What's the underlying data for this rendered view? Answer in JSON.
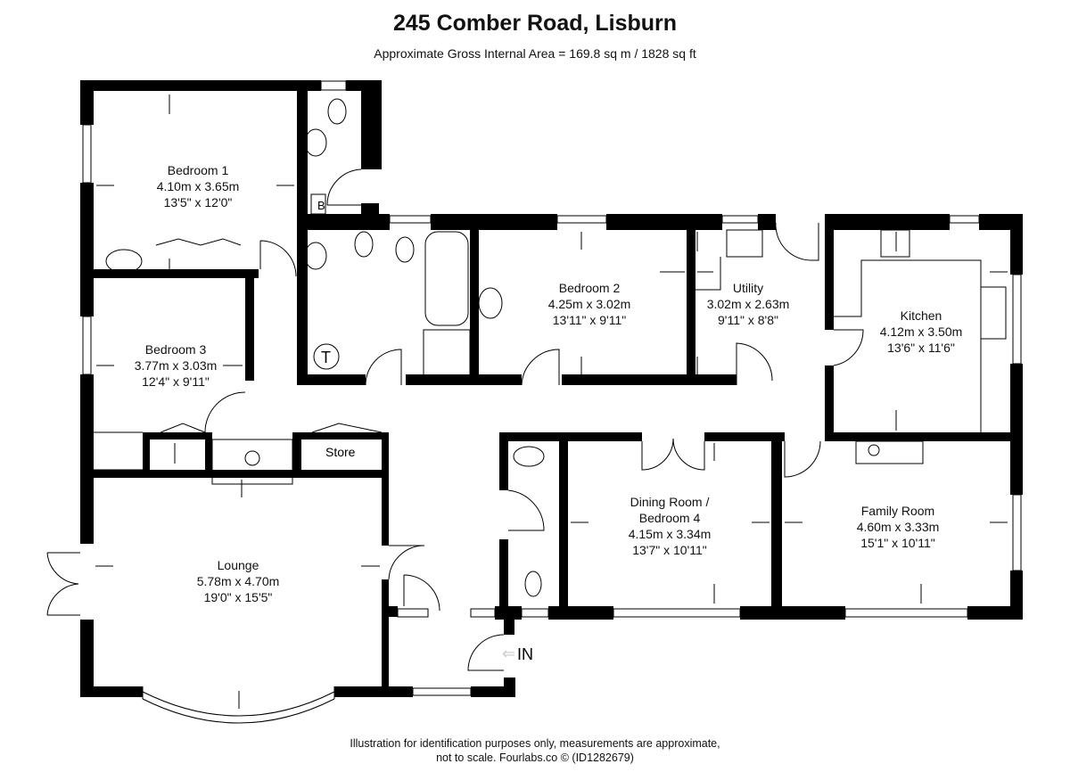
{
  "header": {
    "title": "245 Comber Road, Lisburn",
    "subtitle": "Approximate Gross Internal Area = 169.8 sq m / 1828 sq ft"
  },
  "rooms": [
    {
      "name": "Bedroom 1",
      "metric": "4.10m x 3.65m",
      "imperial": "13'5\" x 12'0\""
    },
    {
      "name": "Bedroom 3",
      "metric": "3.77m x 3.03m",
      "imperial": "12'4\" x 9'11\""
    },
    {
      "name": "Bedroom 2",
      "metric": "4.25m x 3.02m",
      "imperial": "13'11\" x 9'11\""
    },
    {
      "name": "Utility",
      "metric": "3.02m x 2.63m",
      "imperial": "9'11\" x 8'8\""
    },
    {
      "name": "Kitchen",
      "metric": "4.12m x 3.50m",
      "imperial": "13'6\" x 11'6\""
    },
    {
      "name": "Lounge",
      "metric": "5.78m x 4.70m",
      "imperial": "19'0\" x 15'5\""
    },
    {
      "name": "Dining Room /",
      "name2": "Bedroom 4",
      "metric": "4.15m x 3.34m",
      "imperial": "13'7\" x 10'11\""
    },
    {
      "name": "Family Room",
      "metric": "4.60m x 3.33m",
      "imperial": "15'1\" x 10'11\""
    }
  ],
  "labels": {
    "store": "Store",
    "entrance": "IN",
    "boiler": "B",
    "tank": "T"
  },
  "footer": {
    "line1": "Illustration for identification purposes only, measurements are approximate,",
    "line2": "not to scale. Fourlabs.co © (ID1282679)"
  }
}
